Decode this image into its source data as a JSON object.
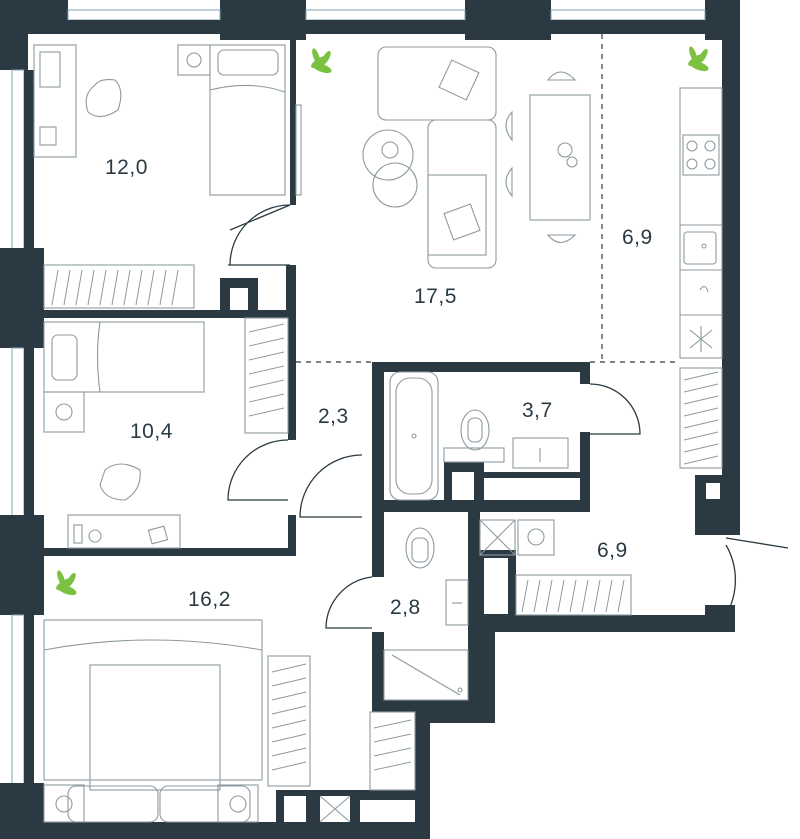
{
  "rooms": [
    {
      "id": "bedroom-top-left",
      "area": "12,0"
    },
    {
      "id": "living-room",
      "area": "17,5"
    },
    {
      "id": "kitchen",
      "area": "6,9"
    },
    {
      "id": "bedroom-middle-left",
      "area": "10,4"
    },
    {
      "id": "corridor",
      "area": "2,3"
    },
    {
      "id": "bathroom",
      "area": "3,7"
    },
    {
      "id": "hall",
      "area": "6,9"
    },
    {
      "id": "master-bedroom",
      "area": "16,2"
    },
    {
      "id": "wc",
      "area": "2,8"
    }
  ],
  "icons": [
    "plant-icon",
    "sofa-icon",
    "bed-icon",
    "desk-icon",
    "bathtub-icon",
    "toilet-icon",
    "sink-icon",
    "stove-icon",
    "shower-icon",
    "wardrobe-icon",
    "door-swing-icon"
  ],
  "colors": {
    "wall": "#2b3a42",
    "furniture": "#8e9aa0",
    "window": "#7fa6b3",
    "plant": "#7cc242",
    "background": "#ffffff"
  }
}
